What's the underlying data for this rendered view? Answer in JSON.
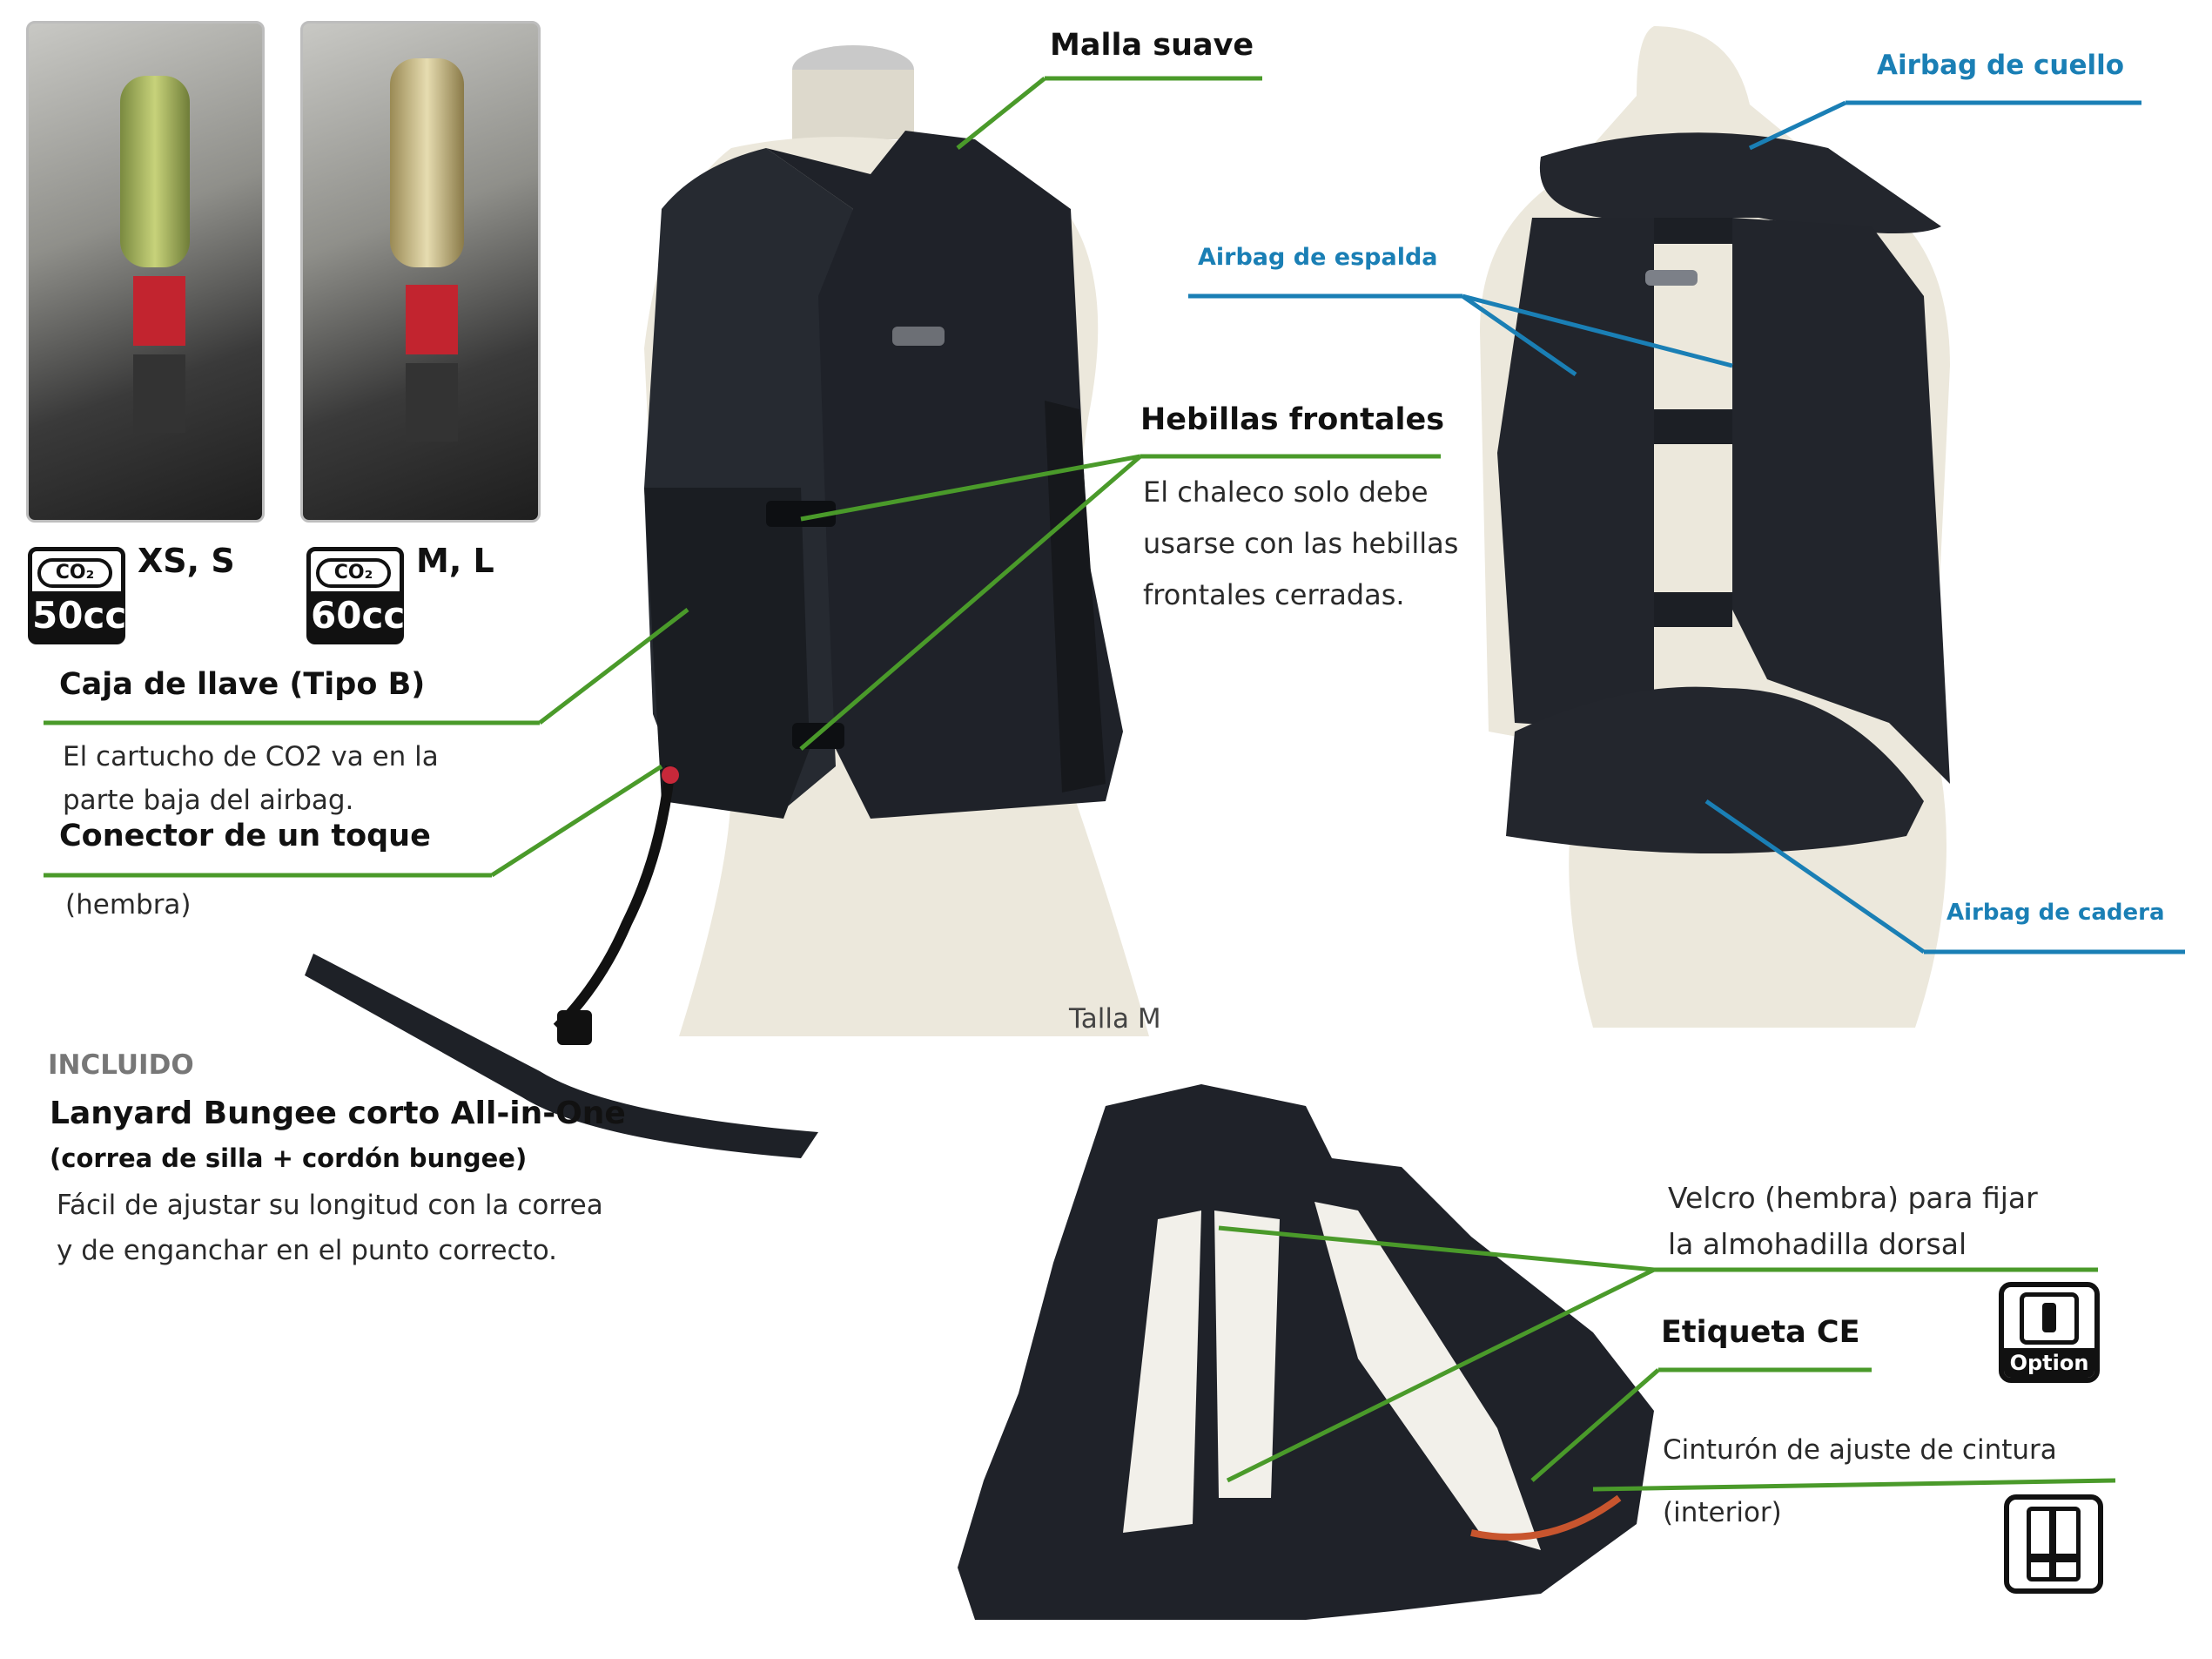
{
  "co2": {
    "left": {
      "badge_top": "CO₂",
      "badge_bottom": "50cc",
      "sizes": "XS, S"
    },
    "right": {
      "badge_top": "CO₂",
      "badge_bottom": "60cc",
      "sizes": "M, L"
    }
  },
  "labels": {
    "malla": "Malla suave",
    "hebillas_title": "Hebillas frontales",
    "hebillas_desc_1": "El chaleco solo debe",
    "hebillas_desc_2": "usarse con las hebillas",
    "hebillas_desc_3": "frontales cerradas.",
    "caja_title": "Caja de llave (Tipo B)",
    "caja_desc_1": "El cartucho de CO2 va en la",
    "caja_desc_2": "parte baja del airbag.",
    "conector_title": "Conector de un toque",
    "conector_desc": "(hembra)",
    "talla": "Talla M",
    "incluido": "INCLUIDO",
    "lanyard_title": "Lanyard Bungee corto All-in-One",
    "lanyard_sub": "(correa de silla + cordón bungee)",
    "lanyard_desc_1": "Fácil de ajustar su longitud con la correa",
    "lanyard_desc_2": "y de enganchar en el punto correcto.",
    "airbag_cuello": "Airbag de cuello",
    "airbag_espalda": "Airbag de espalda",
    "airbag_cadera": "Airbag de cadera",
    "velcro_1": "Velcro (hembra) para fijar",
    "velcro_2": "la almohadilla dorsal",
    "option": "Option",
    "etiqueta": "Etiqueta CE",
    "cinturon_1": "Cinturón de ajuste de cintura",
    "cinturon_2": "(interior)"
  },
  "colors": {
    "leader_green": "#4a9a2a",
    "leader_blue": "#1a7fb5",
    "vest": "#1f2229",
    "mannequin": "#ece8dc"
  },
  "icons": [
    "co2-badge-icon",
    "option-backpad-icon",
    "waist-belt-icon"
  ]
}
